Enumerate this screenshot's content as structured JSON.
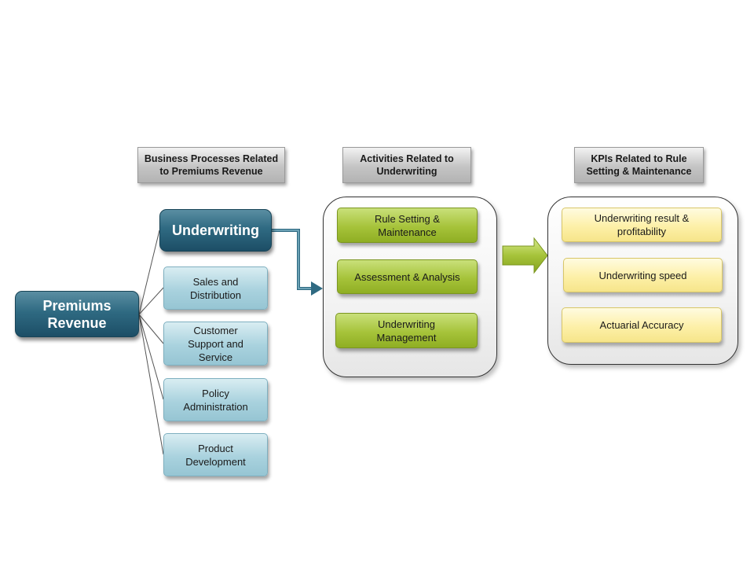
{
  "headers": {
    "processes": [
      "Business Processes Related",
      "to  Premiums Revenue"
    ],
    "activities": [
      "Activities Related to",
      "Underwriting"
    ],
    "kpis": [
      "KPIs Related to Rule",
      "Setting & Maintenance"
    ]
  },
  "root": {
    "lines": [
      "Premiums",
      "Revenue"
    ]
  },
  "underwriting": {
    "label": "Underwriting"
  },
  "processes": [
    {
      "lines": [
        "Sales and",
        "Distribution"
      ]
    },
    {
      "lines": [
        "Customer",
        "Support and",
        "Service"
      ]
    },
    {
      "lines": [
        "Policy",
        "Administration"
      ]
    },
    {
      "lines": [
        "Product",
        "Development"
      ]
    }
  ],
  "activities": [
    {
      "lines": [
        "Rule Setting &",
        "Maintenance"
      ]
    },
    {
      "lines": [
        "Assessment & Analysis"
      ]
    },
    {
      "lines": [
        "Underwriting",
        "Management"
      ]
    }
  ],
  "kpis": [
    {
      "lines": [
        "Underwriting result &",
        "profitability"
      ]
    },
    {
      "lines": [
        "Underwriting speed"
      ]
    },
    {
      "lines": [
        "Actuarial Accuracy"
      ]
    }
  ],
  "colors": {
    "main_teal": "#2f6a82",
    "process_blue": "#a9d2de",
    "activity_green": "#a6c33a",
    "kpi_yellow": "#fdf0a8",
    "header_grey": "#c4c4c4"
  }
}
